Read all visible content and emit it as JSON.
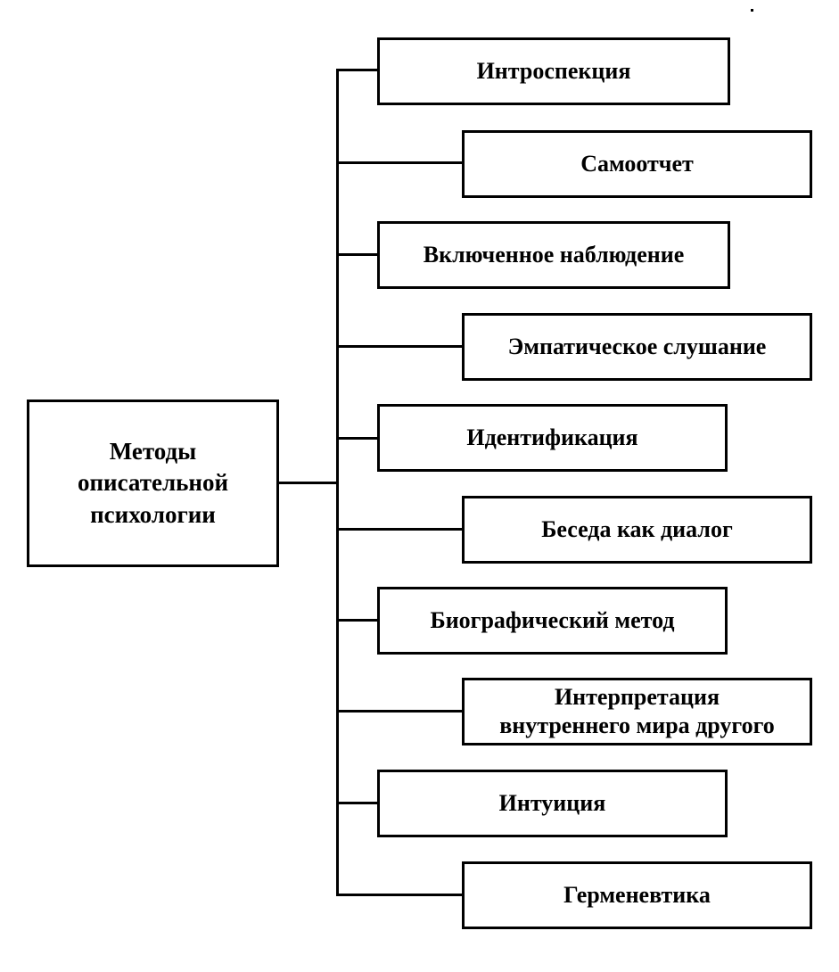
{
  "diagram": {
    "root": {
      "label": "Методы\nописательной\nпсихологии"
    },
    "methods": [
      {
        "label": "Интроспекция"
      },
      {
        "label": "Самоотчет"
      },
      {
        "label": "Включенное наблюдение"
      },
      {
        "label": "Эмпатическое слушание"
      },
      {
        "label": "Идентификация"
      },
      {
        "label": "Беседа как диалог"
      },
      {
        "label": "Биографический метод"
      },
      {
        "label": "Интерпретация\nвнутреннего мира другого"
      },
      {
        "label": "Интуиция"
      },
      {
        "label": "Герменевтика"
      }
    ]
  }
}
